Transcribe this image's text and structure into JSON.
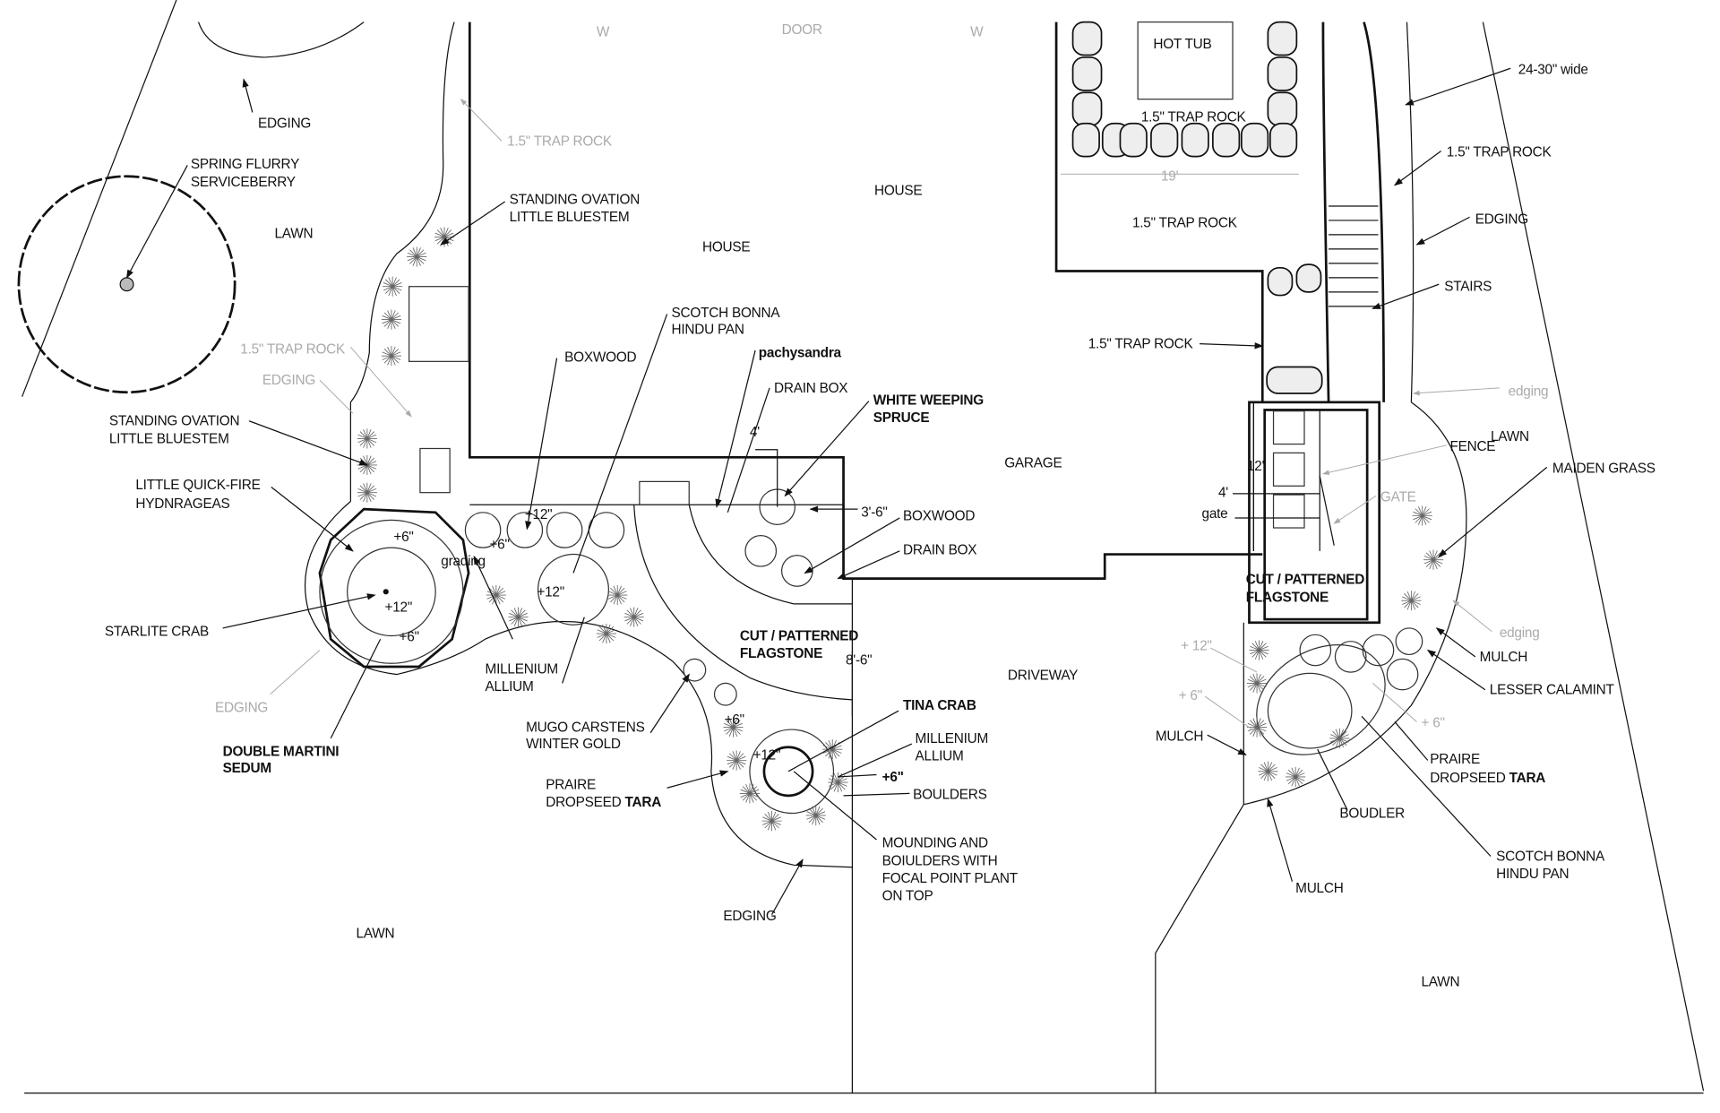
{
  "labels": {
    "w_left": "W",
    "door": "DOOR",
    "w_right": "W",
    "edging_top": "EDGING",
    "serviceberry_1": "SPRING FLURRY",
    "serviceberry_2": "SERVICEBERRY",
    "lawn_top_left": "LAWN",
    "trap_rock_gray_top": "1.5\" TRAP ROCK",
    "bluestem_top_1": "STANDING OVATION",
    "bluestem_top_2": "LITTLE BLUESTEM",
    "house_1": "HOUSE",
    "house_2": "HOUSE",
    "hot_tub": "HOT TUB",
    "trap_rock_hot_tub": "1.5\" TRAP ROCK",
    "dim_19": "19'",
    "trap_rock_patio": "1.5\" TRAP ROCK",
    "width_24_30": "24-30\" wide",
    "trap_rock_path": "1.5\" TRAP ROCK",
    "edging_right": "EDGING",
    "stairs": "STAIRS",
    "trap_rock_side": "1.5\" TRAP ROCK",
    "edging_gray_right": "edging",
    "lawn_right_top": "LAWN",
    "fence": "FENCE",
    "maiden_grass": "MAIDEN GRASS",
    "gate_gray": "GATE",
    "dim_12": "12'",
    "dim_4_gate": "4'",
    "gate": "gate",
    "garage": "GARAGE",
    "trap_rock_gray_left": "1.5\" TRAP ROCK",
    "edging_gray_left": "EDGING",
    "bluestem_left_1": "STANDING OVATION",
    "bluestem_left_2": "LITTLE BLUESTEM",
    "hydrangea_1": "LITTLE QUICK-FIRE",
    "hydrangea_2": "HYDNRAGEAS",
    "scotch_bonna_1": "SCOTCH BONNA",
    "scotch_bonna_2": "HINDU PAN",
    "boxwood_left": "BOXWOOD",
    "pachysandra": "pachysandra",
    "drain_box_top": "DRAIN BOX",
    "spruce_1": "WHITE WEEPING",
    "spruce_2": "SPRUCE",
    "dim_4": "4'",
    "dim_3_6": "3'-6\"",
    "boxwood_right": "BOXWOOD",
    "drain_box_bottom": "DRAIN BOX",
    "grade_12_a": "+12\"",
    "grade_6_a": "+6\"",
    "grade_6_b": "+6\"",
    "grading": "grading",
    "grade_12_b": "+12\"",
    "grade_6_c": "+6\"",
    "grade_12_c": "+12\"",
    "starlite_crab": "STARLITE CRAB",
    "edging_gray_bottom": "EDGING",
    "sedum_1": "DOUBLE MARTINI",
    "sedum_2": "SEDUM",
    "allium_left_1": "MILLENIUM",
    "allium_left_2": "ALLIUM",
    "flagstone_left_1": "CUT / PATTERNED",
    "flagstone_left_2": "FLAGSTONE",
    "dim_8_6": "8'-6\"",
    "driveway": "DRIVEWAY",
    "tina_crab": "TINA CRAB",
    "allium_right_1": "MILLENIUM",
    "allium_right_2": "ALLIUM",
    "grade_6_d": "+6\"",
    "boulders": "BOULDERS",
    "mugo_1": "MUGO CARSTENS",
    "mugo_2": "WINTER GOLD",
    "grade_6_e": "+6\"",
    "grade_12_d": "+12\"",
    "dropseed_left_1": "PRAIRE",
    "dropseed_left_2": "DROPSEED",
    "dropseed_left_3": "TARA",
    "mounding_1": "MOUNDING AND",
    "mounding_2": "BOIULDERS WITH",
    "mounding_3": "FOCAL POINT PLANT",
    "mounding_4": "ON TOP",
    "edging_bottom": "EDGING",
    "lawn_bottom_left": "LAWN",
    "flagstone_right_1": "CUT / PATTERNED",
    "flagstone_right_2": "FLAGSTONE",
    "grade_gray_12": "+ 12\"",
    "grade_gray_6a": "+ 6\"",
    "grade_gray_6b": "+ 6\"",
    "edging_gray_mulch": "edging",
    "mulch_right": "MULCH",
    "lesser_calamint": "LESSER CALAMINT",
    "mulch_left": "MULCH",
    "dropseed_right_1": "PRAIRE",
    "dropseed_right_2": "DROPSEED",
    "dropseed_right_3": "TARA",
    "boudler": "BOUDLER",
    "scotch_bonna_r1": "SCOTCH BONNA",
    "scotch_bonna_r2": "HINDU PAN",
    "mulch_bottom": "MULCH",
    "lawn_bottom_right": "LAWN"
  }
}
